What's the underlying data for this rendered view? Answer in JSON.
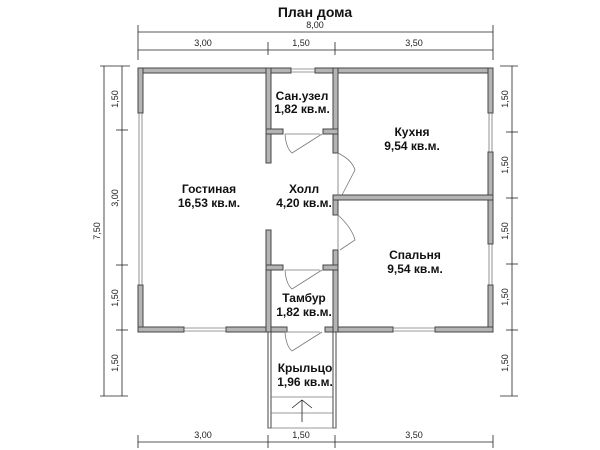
{
  "title": "План дома",
  "dimensions": {
    "top_total": "8,00",
    "top_segments": [
      "3,00",
      "1,50",
      "3,50"
    ],
    "bottom_segments": [
      "3,00",
      "1,50",
      "3,50"
    ],
    "left_total": "7,50",
    "left_segments": [
      "1,50",
      "3,00",
      "1,50",
      "1,50"
    ],
    "right_segments": [
      "1,50",
      "1,50",
      "1,50",
      "1,50",
      "1,50"
    ]
  },
  "rooms": [
    {
      "name": "Сан.узел",
      "area": "1,82 кв.м."
    },
    {
      "name": "Кухня",
      "area": "9,54 кв.м."
    },
    {
      "name": "Гостиная",
      "area": "16,53 кв.м."
    },
    {
      "name": "Холл",
      "area": "4,20 кв.м."
    },
    {
      "name": "Спальня",
      "area": "9,54 кв.м."
    },
    {
      "name": "Тамбур",
      "area": "1,82 кв.м."
    },
    {
      "name": "Крыльцо",
      "area": "1,96 кв.м."
    }
  ]
}
